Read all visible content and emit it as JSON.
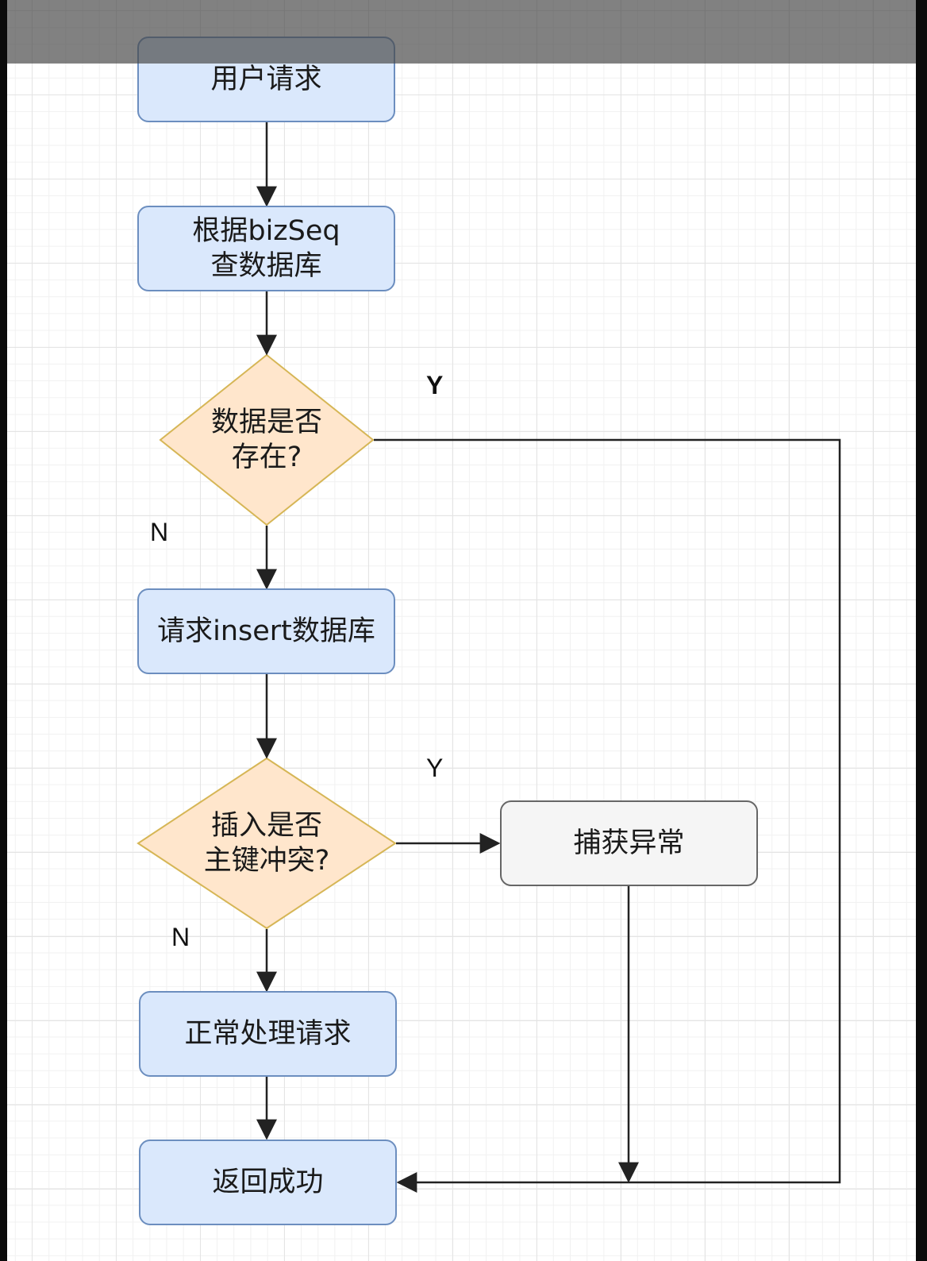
{
  "nodes": {
    "user_request": "用户请求",
    "query_db": "根据bizSeq\n查数据库",
    "data_exists": "数据是否\n存在?",
    "insert_db": "请求insert数据库",
    "pk_conflict": "插入是否\n主键冲突?",
    "catch_exception": "捕获异常",
    "normal_process": "正常处理请求",
    "return_success": "返回成功"
  },
  "labels": {
    "exists_yes": "Y",
    "exists_no": "N",
    "conflict_yes": "Y",
    "conflict_no": "N"
  },
  "colors": {
    "process_fill": "#dae8fc",
    "process_stroke": "#6c8ebf",
    "decision_fill": "#ffe6cc",
    "decision_stroke": "#d6b656",
    "neutral_fill": "#f5f5f5",
    "neutral_stroke": "#666666",
    "edge": "#222222"
  }
}
